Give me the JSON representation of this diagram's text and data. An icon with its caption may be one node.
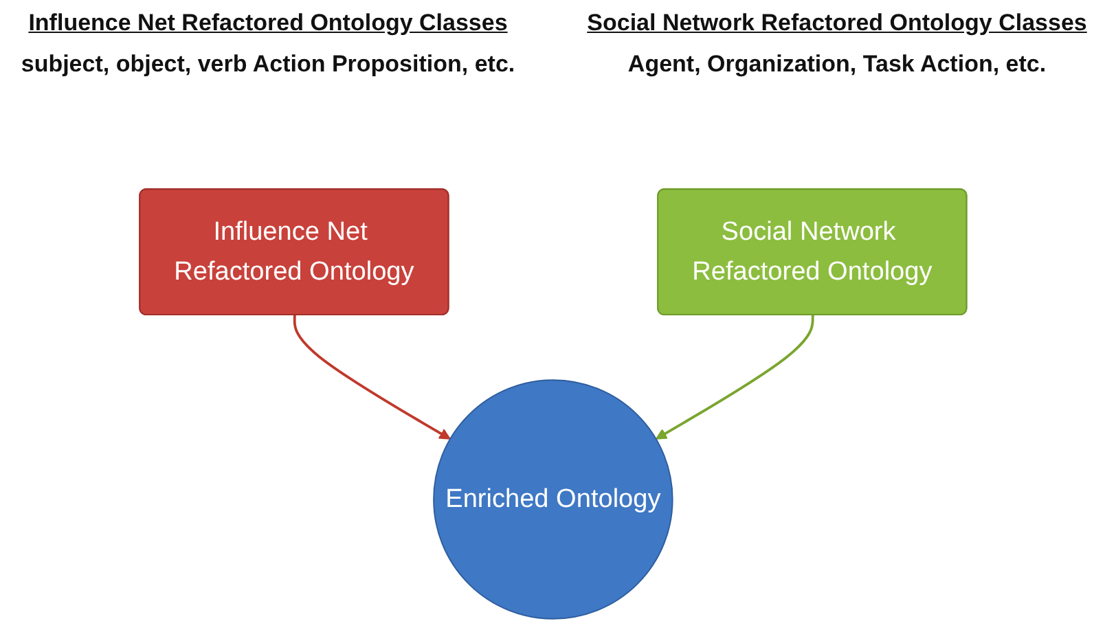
{
  "diagram": {
    "nodes": [
      {
        "text": [
          "Influence Net Refactored Ontology"
        ],
        "beside": [
          "Influence Net Refactored Ontology Classes",
          "subject, object, verb Action Proposition, etc."
        ]
      },
      {
        "text": [
          "Social Network Refactored Ontology"
        ],
        "beside": [
          "Social Network Refactored Ontology Classes",
          "Agent, Organization, Task Action, etc."
        ]
      },
      {
        "text": [
          "Enriched Ontology"
        ]
      }
    ],
    "edges": [
      {
        "from": 0,
        "to": 2,
        "arrow": "to",
        "color": "#c0392b"
      },
      {
        "from": 1,
        "to": 2,
        "arrow": "to",
        "color": "#7aa52f"
      }
    ]
  }
}
